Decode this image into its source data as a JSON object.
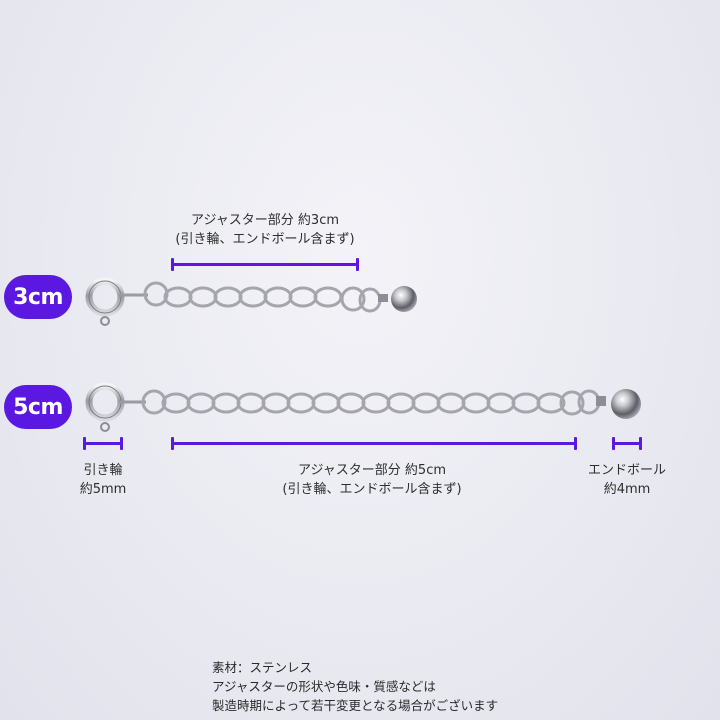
{
  "colors": {
    "accent": "#5a18e0",
    "background": "#ebebf2",
    "metal": "#b8b8bf"
  },
  "badges": [
    {
      "label": "3cm"
    },
    {
      "label": "5cm"
    }
  ],
  "short_chain": {
    "adjuster_label_line1": "アジャスター部分 約3cm",
    "adjuster_label_line2": "(引き輪、エンドボール含まず)"
  },
  "long_chain": {
    "adjuster_label_line1": "アジャスター部分 約5cm",
    "adjuster_label_line2": "(引き輪、エンドボール含まず)",
    "clasp_label_line1": "引き輪",
    "clasp_label_line2": "約5mm",
    "endball_label_line1": "エンドボール",
    "endball_label_line2": "約4mm"
  },
  "notes": [
    "素材：ステンレス",
    "アジャスターの形状や色味・質感などは",
    "製造時期によって若干変更となる場合がございます"
  ],
  "icons": [
    "spring-ring-clasp-icon",
    "chain-link-icon",
    "end-ball-icon"
  ]
}
